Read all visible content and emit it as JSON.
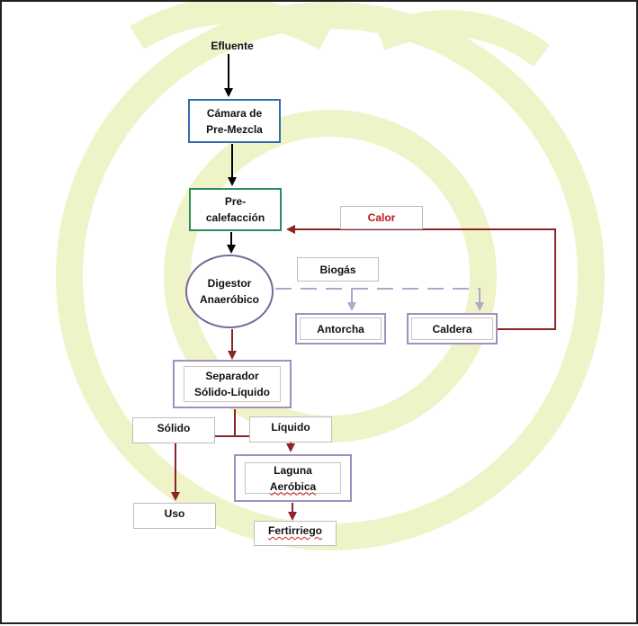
{
  "nodes": {
    "efluente": "Efluente",
    "camara": [
      "Cámara de",
      "Pre-Mezcla"
    ],
    "precalefaccion": [
      "Pre-",
      "calefacción"
    ],
    "digestor": [
      "Digestor",
      "Anaeróbico"
    ],
    "antorcha": "Antorcha",
    "caldera": "Caldera",
    "separador": [
      "Separador",
      "Sólido-Líquido"
    ],
    "laguna": [
      "Laguna",
      "Aeróbica"
    ],
    "uso": "Uso",
    "fertirriego": "Fertirriego"
  },
  "labels": {
    "calor": "Calor",
    "biogas": "Biogás",
    "solido": "Sólido",
    "liquido": "Líquido"
  },
  "colors": {
    "process_arrow": "#000000",
    "red_arrow": "#8b2525",
    "biogas_line": "#b3a6cc",
    "calor_text": "#c0141a",
    "watermark": "#eef3c4"
  },
  "icons": {
    "watermark": "recycling-logo-watermark"
  }
}
